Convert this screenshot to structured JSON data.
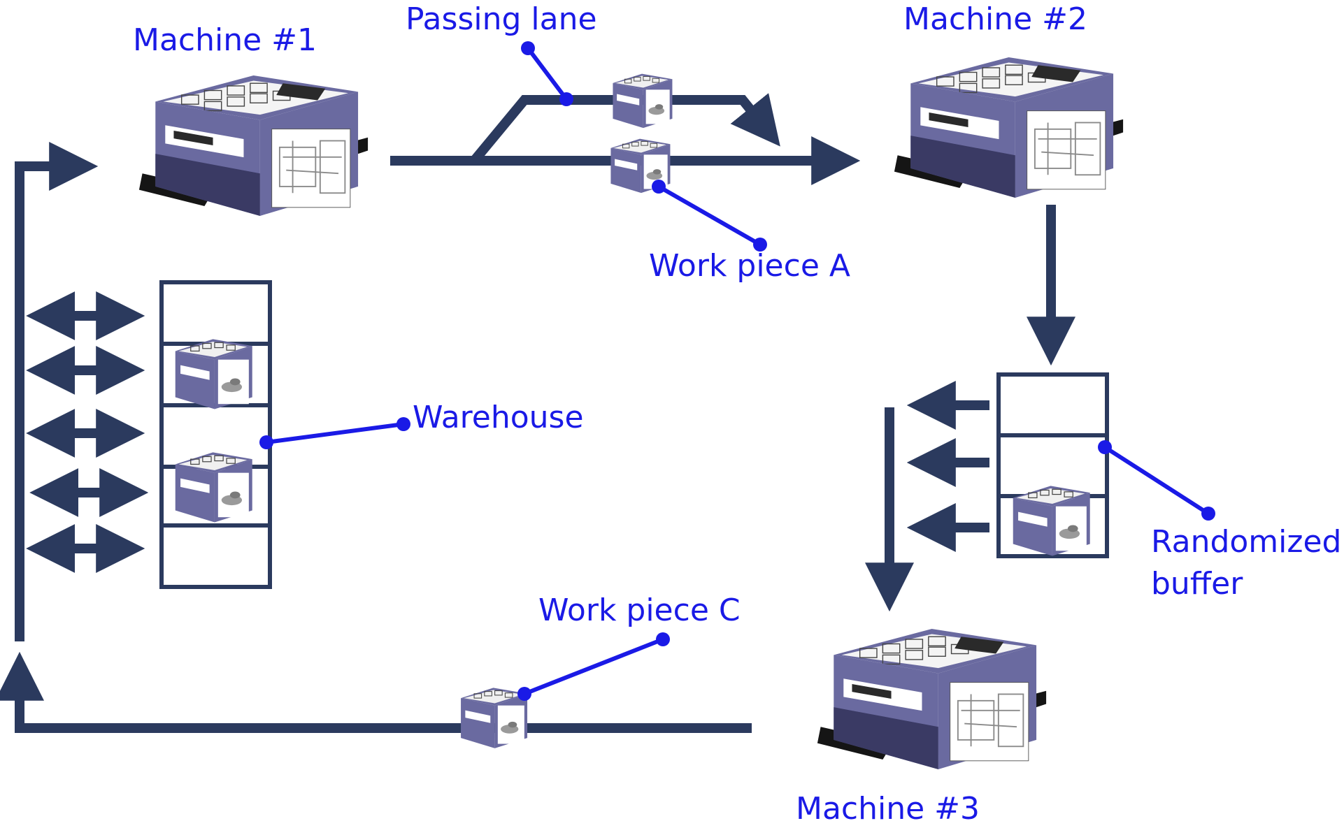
{
  "labels": {
    "machine1": "Machine #1",
    "machine2": "Machine #2",
    "machine3": "Machine #3",
    "passing_lane": "Passing lane",
    "work_piece_a": "Work piece A",
    "work_piece_c": "Work piece C",
    "warehouse": "Warehouse",
    "randomized_buffer_line1": "Randomized",
    "randomized_buffer_line2": "buffer"
  },
  "colors": {
    "label": "#1a1ae6",
    "track": "#2b3a5e",
    "machine_frame": "#6a6aa0",
    "machine_frame_dark": "#3a3a64"
  },
  "icons": {
    "machine": "machine-icon",
    "work_piece": "work-piece-icon",
    "arrow": "arrow-icon",
    "double_arrow": "double-arrow-icon"
  }
}
